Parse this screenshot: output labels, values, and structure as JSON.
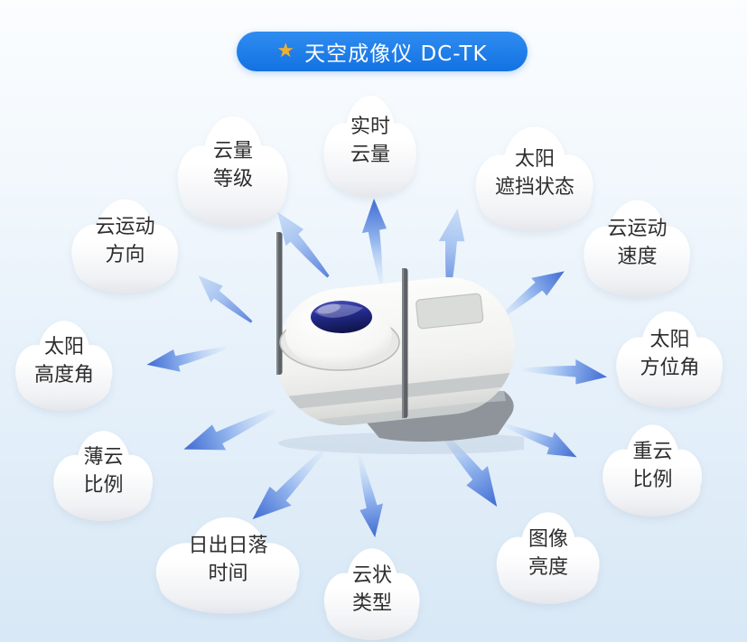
{
  "banner": {
    "star_icon": "★",
    "title": "天空成像仪 DC-TK",
    "background_color": "#1b7de8",
    "star_color": "#f3b02c",
    "text_color": "#ffffff"
  },
  "features": [
    {
      "id": "cloud-amount-level",
      "label": "云量等级",
      "line1": "云量",
      "line2": "等级"
    },
    {
      "id": "realtime-cloud-amount",
      "label": "实时云量",
      "line1": "实时",
      "line2": "云量"
    },
    {
      "id": "sun-occlusion-status",
      "label": "太阳遮挡状态",
      "line1": "太阳",
      "line2": "遮挡状态"
    },
    {
      "id": "cloud-motion-speed",
      "label": "云运动速度",
      "line1": "云运动",
      "line2": "速度"
    },
    {
      "id": "sun-azimuth-angle",
      "label": "太阳方位角",
      "line1": "太阳",
      "line2": "方位角"
    },
    {
      "id": "thick-cloud-ratio",
      "label": "重云比例",
      "line1": "重云",
      "line2": "比例"
    },
    {
      "id": "image-brightness",
      "label": "图像亮度",
      "line1": "图像",
      "line2": "亮度"
    },
    {
      "id": "cloud-type",
      "label": "云状类型",
      "line1": "云状",
      "line2": "类型"
    },
    {
      "id": "sunrise-sunset-time",
      "label": "日出日落时间",
      "line1": "日出日落",
      "line2": "时间"
    },
    {
      "id": "thin-cloud-ratio",
      "label": "薄云比例",
      "line1": "薄云",
      "line2": "比例"
    },
    {
      "id": "sun-elevation-angle",
      "label": "太阳高度角",
      "line1": "太阳",
      "line2": "高度角"
    },
    {
      "id": "cloud-motion-direction",
      "label": "云运动方向",
      "line1": "云运动",
      "line2": "方向"
    }
  ],
  "colors": {
    "arrow_blue": "#3a66d0",
    "arrow_light_blue": "#cde0f8",
    "cloud_white": "#ffffff",
    "cloud_shade": "#e2e4e9",
    "label_text": "#2d2d2d",
    "lens_navy": "#232b8d",
    "background_top": "#fbfdff",
    "background_bottom": "#d8e8f6"
  }
}
